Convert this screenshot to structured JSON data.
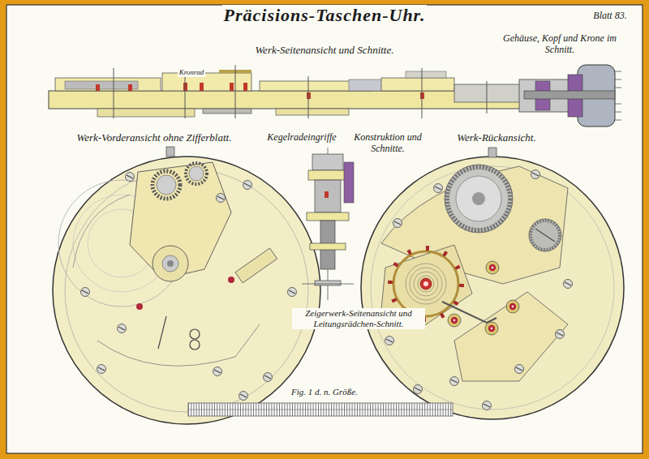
{
  "diagram": {
    "title": "Präcisions-Taschen-Uhr.",
    "labels": [
      "Blatt 83.",
      "Werk-Seitenansicht und Schnitte.",
      "Kronrad",
      "Gehäuse, Kopf und Krone im Schnitt.",
      "Werk-Vorderansicht ohne Zifferblatt.",
      "Kegelradeingriffe",
      "Konstruktion und Schnitte.",
      "Werk-Rückansicht.",
      "Zeigerwerk-Seitenansicht und Leitungsrädchen-Schnitt.",
      "Fig. 1 d. n. Größe."
    ]
  }
}
